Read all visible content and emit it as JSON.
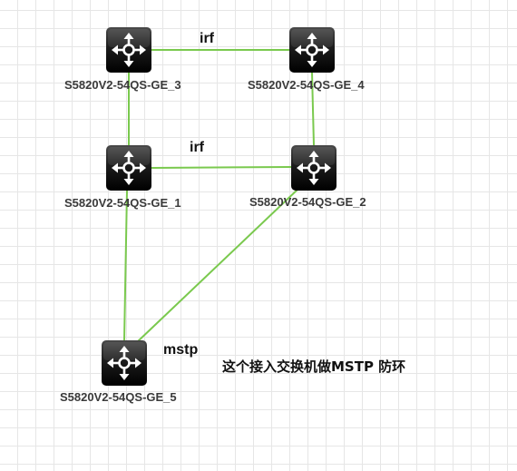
{
  "colors": {
    "link": "#7ac94e",
    "switch_body": "#1c1c1c",
    "switch_arrow": "#ffffff"
  },
  "nodes": [
    {
      "id": "sw3",
      "label": "S5820V2-54QS-GE_3",
      "icon": "l3-switch-icon"
    },
    {
      "id": "sw4",
      "label": "S5820V2-54QS-GE_4",
      "icon": "l3-switch-icon"
    },
    {
      "id": "sw1",
      "label": "S5820V2-54QS-GE_1",
      "icon": "l3-switch-icon"
    },
    {
      "id": "sw2",
      "label": "S5820V2-54QS-GE_2",
      "icon": "l3-switch-icon"
    },
    {
      "id": "sw5",
      "label": "S5820V2-54QS-GE_5",
      "icon": "l3-switch-icon"
    }
  ],
  "links": [
    {
      "from": "sw3",
      "to": "sw4",
      "label": "irf"
    },
    {
      "from": "sw1",
      "to": "sw2",
      "label": "irf"
    },
    {
      "from": "sw3",
      "to": "sw1",
      "label": ""
    },
    {
      "from": "sw4",
      "to": "sw2",
      "label": ""
    },
    {
      "from": "sw1",
      "to": "sw5",
      "label": ""
    },
    {
      "from": "sw2",
      "to": "sw5",
      "label": ""
    }
  ],
  "annotations": {
    "mstp_label": "mstp",
    "note": "这个接入交换机做MSTP 防环"
  }
}
